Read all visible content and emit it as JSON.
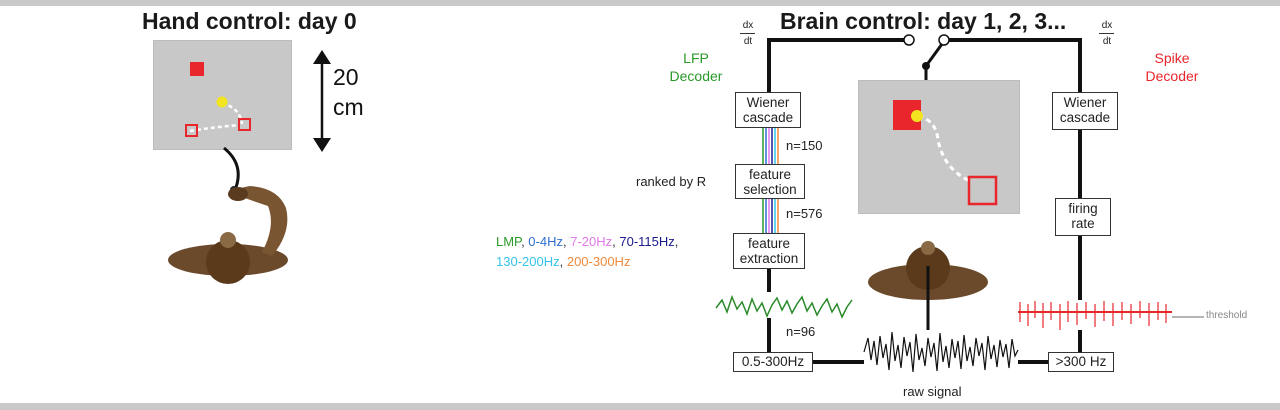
{
  "hand_panel": {
    "title": "Hand control: day 0",
    "scale_value": "20",
    "scale_unit": "cm"
  },
  "brain_panel": {
    "title": "Brain control: day 1, 2, 3...",
    "dxdt_left": {
      "num": "dx",
      "den": "dt"
    },
    "dxdt_right": {
      "num": "dx",
      "den": "dt"
    },
    "lfp_decoder": {
      "line1": "LFP",
      "line2": "Decoder",
      "color": "#2a9a2a"
    },
    "spike_decoder": {
      "line1": "Spike",
      "line2": "Decoder",
      "color": "#e8262c"
    },
    "lfp_boxes": {
      "wiener": {
        "line1": "Wiener",
        "line2": "cascade"
      },
      "feature_selection": {
        "line1": "feature",
        "line2": "selection"
      },
      "feature_extraction": {
        "line1": "feature",
        "line2": "extraction"
      },
      "filter": "0.5-300Hz"
    },
    "spike_boxes": {
      "wiener": {
        "line1": "Wiener",
        "line2": "cascade"
      },
      "firing_rate": {
        "line1": "firing",
        "line2": "rate"
      },
      "filter": ">300 Hz"
    },
    "counts": {
      "n150": "n=150",
      "n576": "n=576",
      "n96": "n=96"
    },
    "ranked_label": "ranked by R",
    "frequency_bands": [
      {
        "label": "LMP",
        "color": "#2a9a2a"
      },
      {
        "label": "0-4Hz",
        "color": "#2f6fd0"
      },
      {
        "label": "7-20Hz",
        "color": "#e07ae8"
      },
      {
        "label": "70-115Hz",
        "color": "#1a1a8a"
      },
      {
        "label": "130-200Hz",
        "color": "#33c4e8"
      },
      {
        "label": "200-300Hz",
        "color": "#f08a3c"
      }
    ],
    "threshold_label": "threshold",
    "raw_signal_label": "raw signal"
  }
}
